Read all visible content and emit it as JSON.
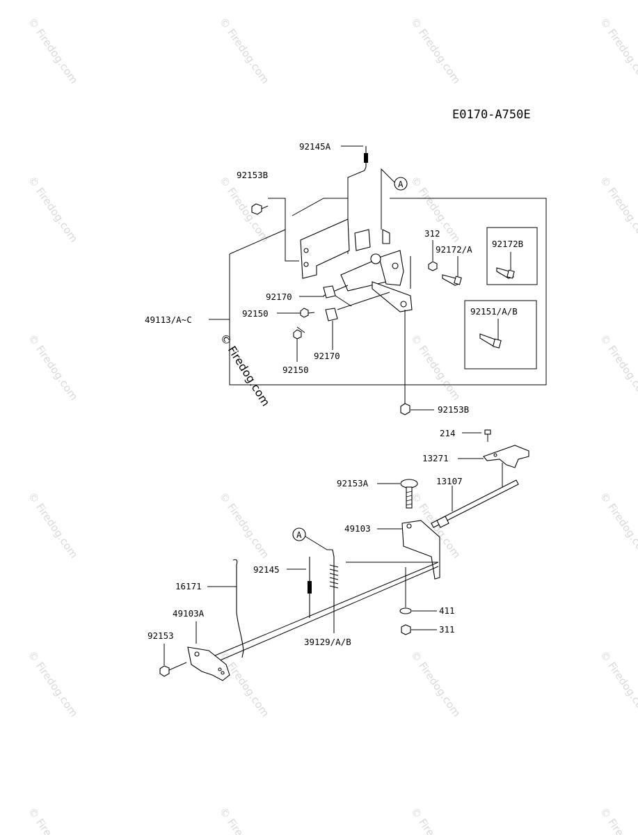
{
  "diagram_code": "E0170-A750E",
  "watermark": "© Firedog.com",
  "callout_letter": "A",
  "parts": {
    "p92145A": "92145A",
    "p92153B_top": "92153B",
    "p312": "312",
    "p92172A": "92172/A",
    "p92172B": "92172B",
    "p92170_a": "92170",
    "p92150_a": "92150",
    "p49113": "49113/A~C",
    "p92151": "92151/A/B",
    "p92170_b": "92170",
    "p92150_b": "92150",
    "p92153B_bottom": "92153B",
    "p214": "214",
    "p13271": "13271",
    "p92153A": "92153A",
    "p13107": "13107",
    "p49103": "49103",
    "p92145": "92145",
    "p16171": "16171",
    "p49103A": "49103A",
    "p92153": "92153",
    "p39129": "39129/A/B",
    "p411": "411",
    "p311": "311"
  }
}
